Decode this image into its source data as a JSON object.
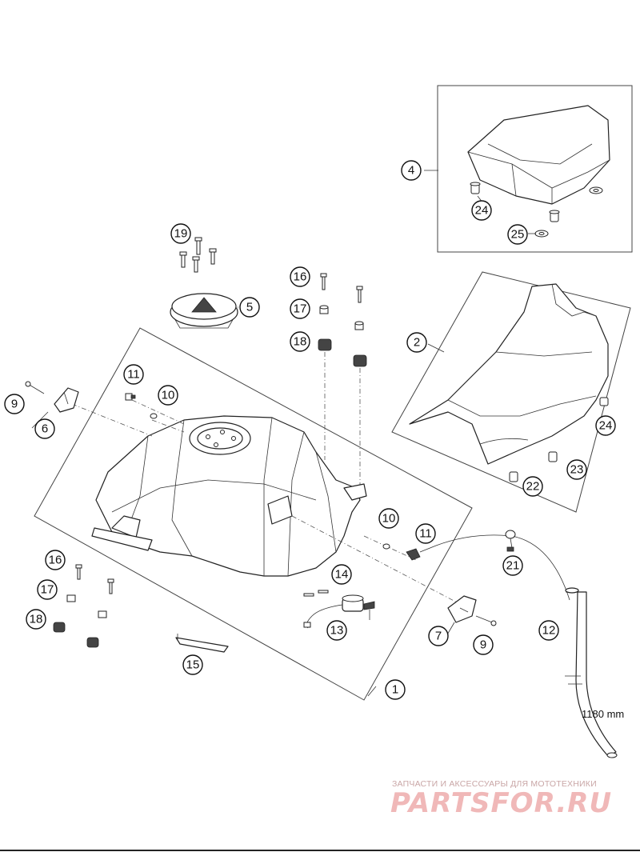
{
  "callouts": [
    {
      "num": "1"
    },
    {
      "num": "2"
    },
    {
      "num": "4"
    },
    {
      "num": "5"
    },
    {
      "num": "6"
    },
    {
      "num": "7"
    },
    {
      "num": "9"
    },
    {
      "num": "9"
    },
    {
      "num": "10"
    },
    {
      "num": "10"
    },
    {
      "num": "11"
    },
    {
      "num": "11"
    },
    {
      "num": "12"
    },
    {
      "num": "13"
    },
    {
      "num": "14"
    },
    {
      "num": "15"
    },
    {
      "num": "16"
    },
    {
      "num": "16"
    },
    {
      "num": "17"
    },
    {
      "num": "17"
    },
    {
      "num": "18"
    },
    {
      "num": "18"
    },
    {
      "num": "19"
    },
    {
      "num": "21"
    },
    {
      "num": "22"
    },
    {
      "num": "23"
    },
    {
      "num": "24"
    },
    {
      "num": "24"
    },
    {
      "num": "25"
    }
  ],
  "hose_length": "1180 mm",
  "watermark": {
    "tagline": "ЗАПЧАСТИ И АКСЕССУАРЫ ДЛЯ МОТОТЕХНИКИ",
    "brand": "PARTSFOR.RU",
    "color": "#e89090"
  }
}
